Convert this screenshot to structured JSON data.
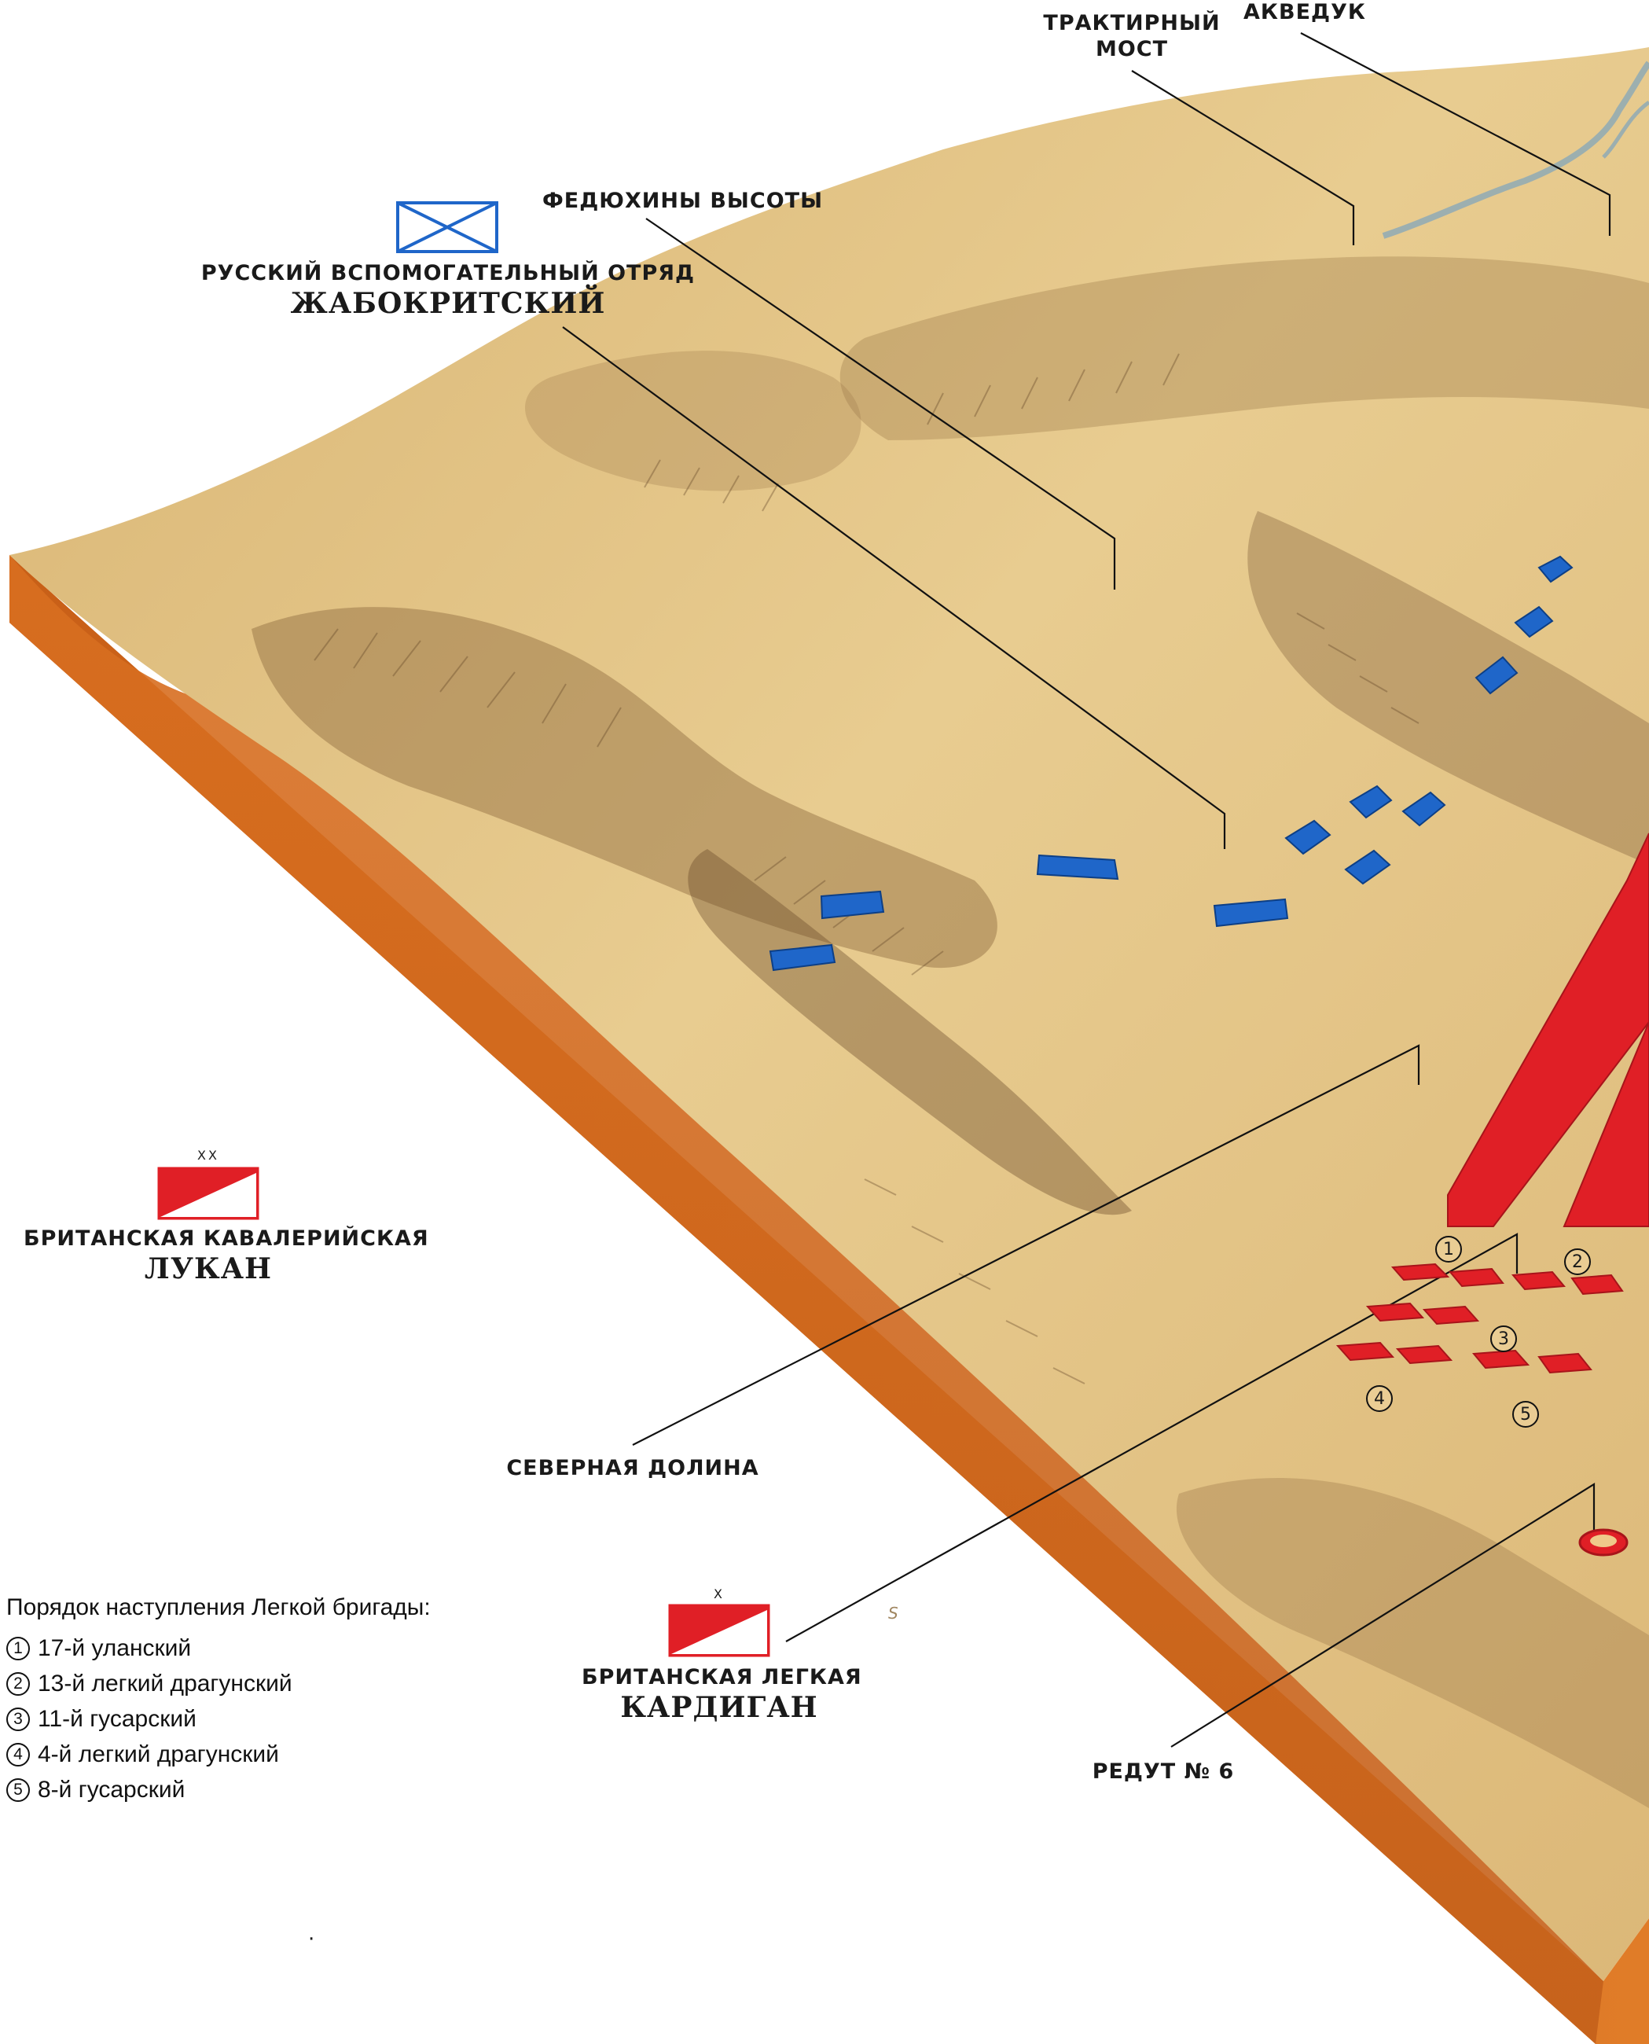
{
  "map": {
    "labels": {
      "traktirny_bridge": {
        "line1": "ТРАКТИРНЫЙ",
        "line2": "МОСТ"
      },
      "aqueduct": "АКВЕДУК",
      "fedyukhin_heights": "ФЕДЮХИНЫ ВЫСОТЫ",
      "russian_detachment": {
        "title": "РУССКИЙ ВСПОМОГАТЕЛЬНЫЙ ОТРЯД",
        "commander": "ЖАБОКРИТСКИЙ"
      },
      "british_cavalry": {
        "echelon": "XX",
        "title": "БРИТАНСКАЯ КАВАЛЕРИЙСКАЯ",
        "commander": "ЛУКАН"
      },
      "north_valley": "СЕВЕРНАЯ ДОЛИНА",
      "british_light": {
        "echelon": "X",
        "title": "БРИТАНСКАЯ ЛЕГКАЯ",
        "commander": "КАРДИГАН"
      },
      "redoubt": "РЕДУТ № 6"
    },
    "unit_numbers": [
      "1",
      "2",
      "3",
      "4",
      "5"
    ],
    "legend": {
      "title": "Порядок наступления Легкой бригады:",
      "items": [
        {
          "num": "1",
          "text": "17-й уланский"
        },
        {
          "num": "2",
          "text": "13-й легкий драгунский"
        },
        {
          "num": "3",
          "text": "11-й гусарский"
        },
        {
          "num": "4",
          "text": "4-й легкий драгунский"
        },
        {
          "num": "5",
          "text": "8-й гусарский"
        }
      ]
    },
    "stray_marks": {
      "a": "S",
      "b": "·"
    },
    "colors": {
      "russian": "#1f66c9",
      "british": "#e01f26",
      "terrain": "#e6c687",
      "terrain_shade": "#6b4a2b",
      "plinth": "#d9701f",
      "river": "#8aa8b8"
    }
  }
}
